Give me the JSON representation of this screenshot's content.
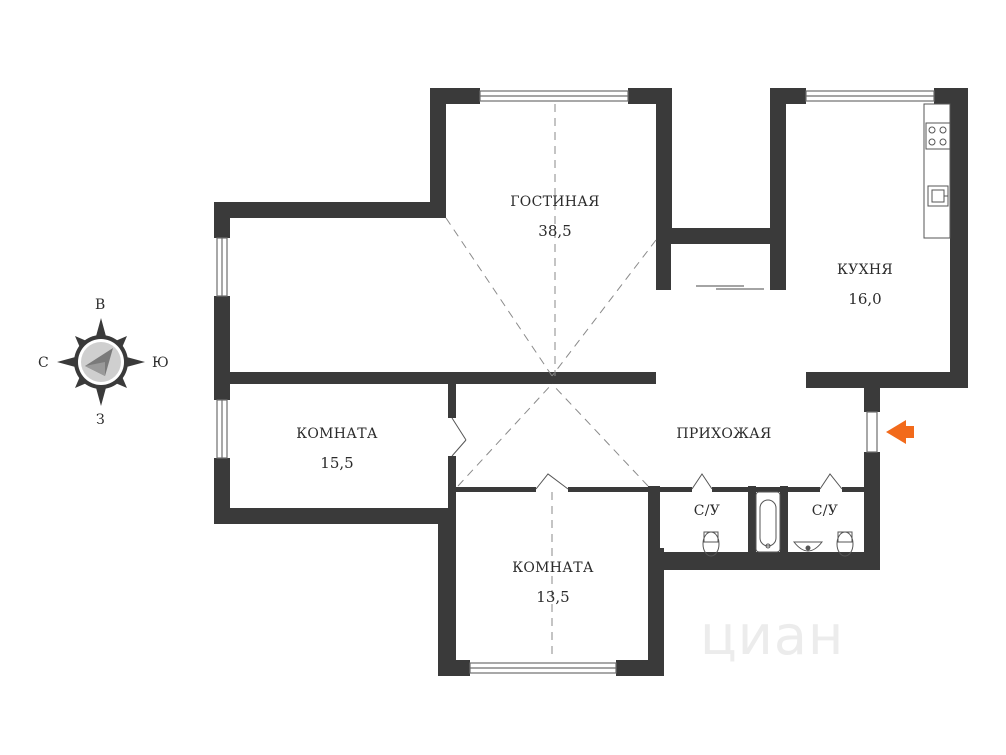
{
  "compass": {
    "north": "В",
    "west": "С",
    "east": "Ю",
    "south": "З"
  },
  "rooms": {
    "living": {
      "name": "ГОСТИНАЯ",
      "area": "38,5"
    },
    "kitchen": {
      "name": "КУХНЯ",
      "area": "16,0"
    },
    "room1": {
      "name": "КОМНАТА",
      "area": "15,5"
    },
    "room2": {
      "name": "КОМНАТА",
      "area": "13,5"
    },
    "hall": {
      "name": "ПРИХОЖАЯ"
    },
    "wc1": {
      "name": "С/У"
    },
    "wc2": {
      "name": "С/У"
    }
  },
  "watermark": "циан",
  "colors": {
    "wall": "#3a3a3a",
    "entrance_arrow": "#f26a1b",
    "dash": "#8a8a8a"
  },
  "icons": [
    "compass-icon",
    "entrance-arrow-icon",
    "stove-icon",
    "sink-icon",
    "bathtub-icon",
    "toilet-icon",
    "washbasin-icon",
    "window-icon",
    "door-icon"
  ]
}
